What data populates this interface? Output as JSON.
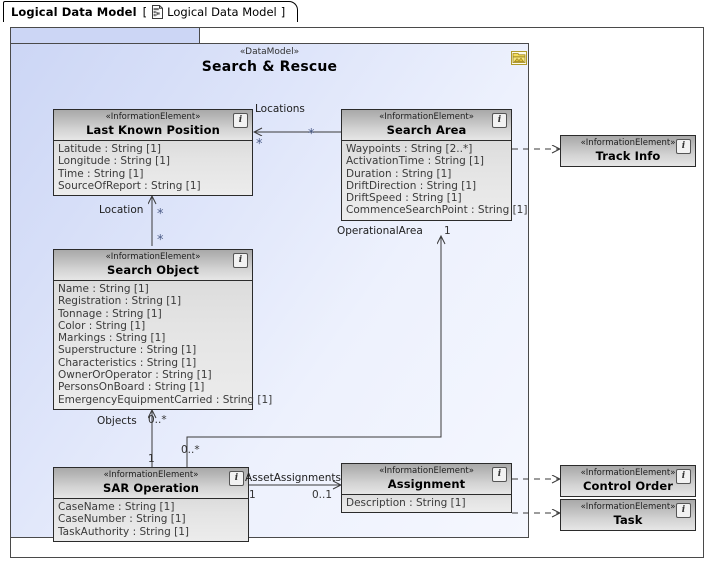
{
  "window": {
    "tab": {
      "title": "Logical Data Model",
      "bracket_open": "[",
      "icon": "class-diagram-icon",
      "subtitle": "Logical Data Model",
      "bracket_close": "]"
    }
  },
  "package": {
    "stereotype": "«DataModel»",
    "name": "Search & Rescue",
    "icon": "package-folder-icon"
  },
  "colors": {
    "package_fill": "#d7dff8",
    "class_header": "#c2c2c2",
    "class_body": "#e4e4e4",
    "border": "#2b2b2b",
    "package_icon": "#f2d74a"
  },
  "classes": [
    {
      "id": "last-known-position",
      "stereotype": "«InformationElement»",
      "name": "Last Known Position",
      "info_icon": "info-icon",
      "attributes": [
        "Latitude : String [1]",
        "Longitude : String [1]",
        "Time : String [1]",
        "SourceOfReport : String [1]"
      ]
    },
    {
      "id": "search-area",
      "stereotype": "«InformationElement»",
      "name": "Search Area",
      "info_icon": "info-icon",
      "attributes": [
        "Waypoints : String [2..*]",
        "ActivationTime : String [1]",
        "Duration : String [1]",
        "DriftDirection : String [1]",
        "DriftSpeed : String [1]",
        "CommenceSearchPoint : String [1]"
      ]
    },
    {
      "id": "search-object",
      "stereotype": "«InformationElement»",
      "name": "Search Object",
      "info_icon": "info-icon",
      "attributes": [
        "Name : String [1]",
        "Registration : String [1]",
        "Tonnage : String [1]",
        "Color : String [1]",
        "Markings : String [1]",
        "Superstructure : String [1]",
        "Characteristics : String [1]",
        "OwnerOrOperator : String [1]",
        "PersonsOnBoard : String [1]",
        "EmergencyEquipmentCarried : String [1]"
      ]
    },
    {
      "id": "sar-operation",
      "stereotype": "«InformationElement»",
      "name": "SAR Operation",
      "info_icon": "info-icon",
      "attributes": [
        "CaseName : String [1]",
        "CaseNumber : String [1]",
        "TaskAuthority : String [1]"
      ]
    },
    {
      "id": "assignment",
      "stereotype": "«InformationElement»",
      "name": "Assignment",
      "info_icon": "info-icon",
      "attributes": [
        "Description : String [1]"
      ]
    },
    {
      "id": "track-info",
      "stereotype": "«InformationElement»",
      "name": "Track Info",
      "info_icon": "info-icon",
      "attributes": []
    },
    {
      "id": "control-order",
      "stereotype": "«InformationElement»",
      "name": "Control Order",
      "info_icon": "info-icon",
      "attributes": []
    },
    {
      "id": "task",
      "stereotype": "«InformationElement»",
      "name": "Task",
      "info_icon": "info-icon",
      "attributes": []
    }
  ],
  "associations": [
    {
      "id": "locations",
      "label": "Locations",
      "from": "search-area",
      "to": "last-known-position",
      "source_multiplicity": "*",
      "target_multiplicity": "*"
    },
    {
      "id": "location",
      "label": "Location",
      "from": "search-object",
      "to": "last-known-position",
      "source_multiplicity": "*",
      "target_multiplicity": "*"
    },
    {
      "id": "operational-area",
      "label": "OperationalArea",
      "from": "sar-operation",
      "to": "search-area",
      "source_multiplicity": "0..*",
      "target_multiplicity": "1"
    },
    {
      "id": "objects",
      "label": "Objects",
      "from": "sar-operation",
      "to": "search-object",
      "source_multiplicity": "1",
      "target_multiplicity": "0..*"
    },
    {
      "id": "asset-assignments",
      "label": "AssetAssignments",
      "from": "sar-operation",
      "to": "assignment",
      "source_multiplicity": "1",
      "target_multiplicity": "0..1"
    }
  ],
  "dependencies": [
    {
      "id": "dep-track-info",
      "from": "search-area",
      "to": "track-info"
    },
    {
      "id": "dep-control-order",
      "from": "assignment",
      "to": "control-order"
    },
    {
      "id": "dep-task",
      "from": "assignment",
      "to": "task"
    }
  ]
}
